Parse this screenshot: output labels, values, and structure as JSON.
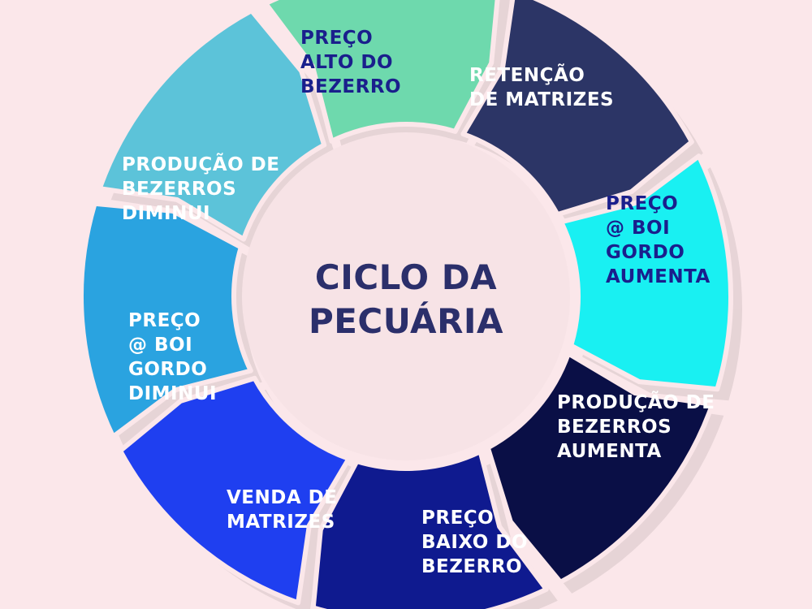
{
  "center": {
    "lines": [
      "CICLO DA",
      "PECUÁRIA"
    ],
    "text_color": "#2b2f6b",
    "fill": "#f7e3e6"
  },
  "background": "#fbe7ea",
  "segments": [
    {
      "id": "preco-alto-do-bezerro",
      "lines": [
        "PREÇO",
        "ALTO DO",
        "BEZERRO"
      ],
      "fill": "#6ed9ad",
      "text_color": "#1a1f8c"
    },
    {
      "id": "retencao-de-matrizes",
      "lines": [
        "RETENÇÃO",
        "DE MATRIZES"
      ],
      "fill": "#2c3566",
      "text_color": "#ffffff"
    },
    {
      "id": "preco-boi-gordo-aumenta",
      "lines": [
        "PREÇO",
        "@ BOI",
        "GORDO",
        "AUMENTA"
      ],
      "fill": "#19f0f2",
      "text_color": "#1a1f8c"
    },
    {
      "id": "producao-de-bezerros-aumenta",
      "lines": [
        "PRODUÇÃO DE",
        "BEZERROS",
        "AUMENTA"
      ],
      "fill": "#0a0f46",
      "text_color": "#ffffff"
    },
    {
      "id": "preco-baixo-do-bezerro",
      "lines": [
        "PREÇO",
        "BAIXO DO",
        "BEZERRO"
      ],
      "fill": "#0f1a8f",
      "text_color": "#ffffff"
    },
    {
      "id": "venda-de-matrizes",
      "lines": [
        "VENDA DE",
        "MATRIZES"
      ],
      "fill": "#1f3ff0",
      "text_color": "#ffffff"
    },
    {
      "id": "preco-boi-gordo-diminui",
      "lines": [
        "PREÇO",
        "@ BOI",
        "GORDO",
        "DIMINUI"
      ],
      "fill": "#2aa3e0",
      "text_color": "#ffffff"
    },
    {
      "id": "producao-de-bezerros-diminui",
      "lines": [
        "PRODUÇÃO DE",
        "BEZERROS",
        "DIMINUI"
      ],
      "fill": "#5cc3d9",
      "text_color": "#ffffff"
    }
  ]
}
